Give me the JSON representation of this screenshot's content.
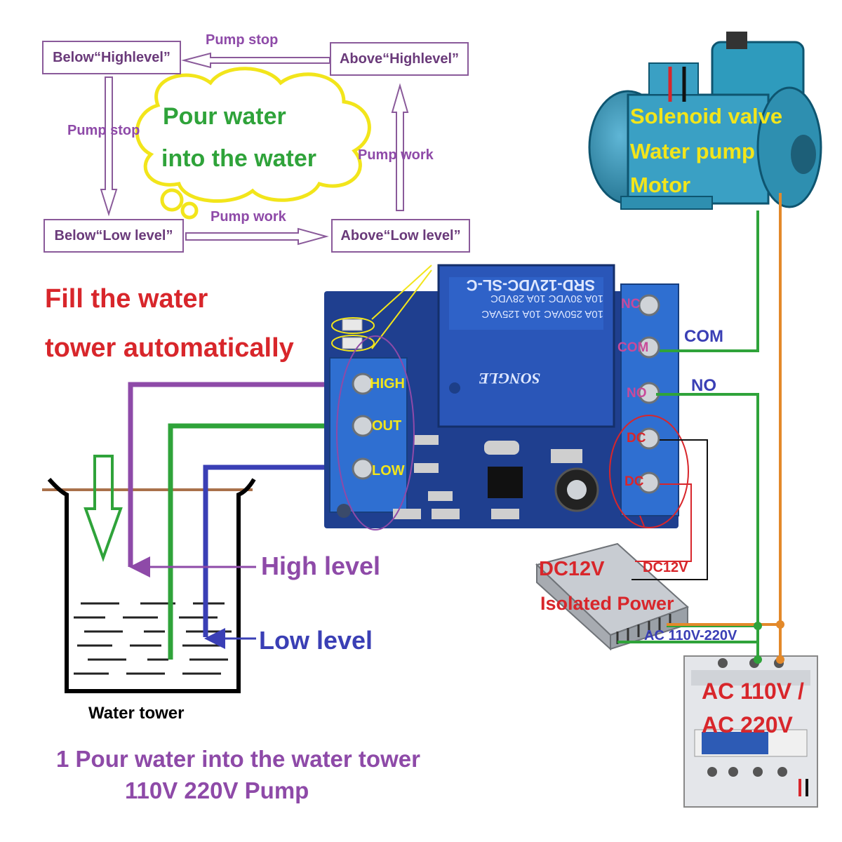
{
  "flow": {
    "box_below_high": "Below“Highlevel”",
    "box_above_high": "Above“Highlevel”",
    "box_below_low": "Below“Low level”",
    "box_above_low": "Above“Low level”",
    "arrow_top": "Pump stop",
    "arrow_left": "Pump stop",
    "arrow_right": "Pump work",
    "arrow_bottom": "Pump work",
    "cloud_line1": "Pour water",
    "cloud_line2": "into the water"
  },
  "title": {
    "line1": "Fill the water",
    "line2": "tower automatically"
  },
  "pump": {
    "line1": "Solenoid valve",
    "line2": "Water pump",
    "line3": "Motor"
  },
  "relay": {
    "model": "SRD-12VDC-SL-C",
    "rating1": "10A 250VAC 10A 125VAC",
    "rating2": "10A 30VDC 10A 28VDC",
    "brand": "SONGLE"
  },
  "board": {
    "term_high": "HIGH",
    "term_out": "OUT",
    "term_low": "LOW",
    "term_nc": "NC",
    "term_com": "COM",
    "term_no": "NO",
    "term_dc1": "DC",
    "term_dc2": "DC"
  },
  "wires": {
    "com": "COM",
    "no": "NO"
  },
  "levels": {
    "high": "High level",
    "low": "Low level"
  },
  "tower": {
    "label": "Water tower"
  },
  "power": {
    "line1": "DC12V",
    "line2": "Isolated Power",
    "dc_label": "DC12V",
    "ac_label": "AC 110V-220V"
  },
  "breaker": {
    "line1": "AC 110V /",
    "line2": "AC 220V"
  },
  "caption": {
    "line1": "1 Pour water into the water tower",
    "line2": "110V 220V Pump"
  },
  "colors": {
    "purple": "#8e4aa8",
    "green": "#2fa33a",
    "blue": "#3a3fb5",
    "orange": "#e3892a",
    "red": "#d8262b",
    "yellow": "#f2e51b"
  }
}
